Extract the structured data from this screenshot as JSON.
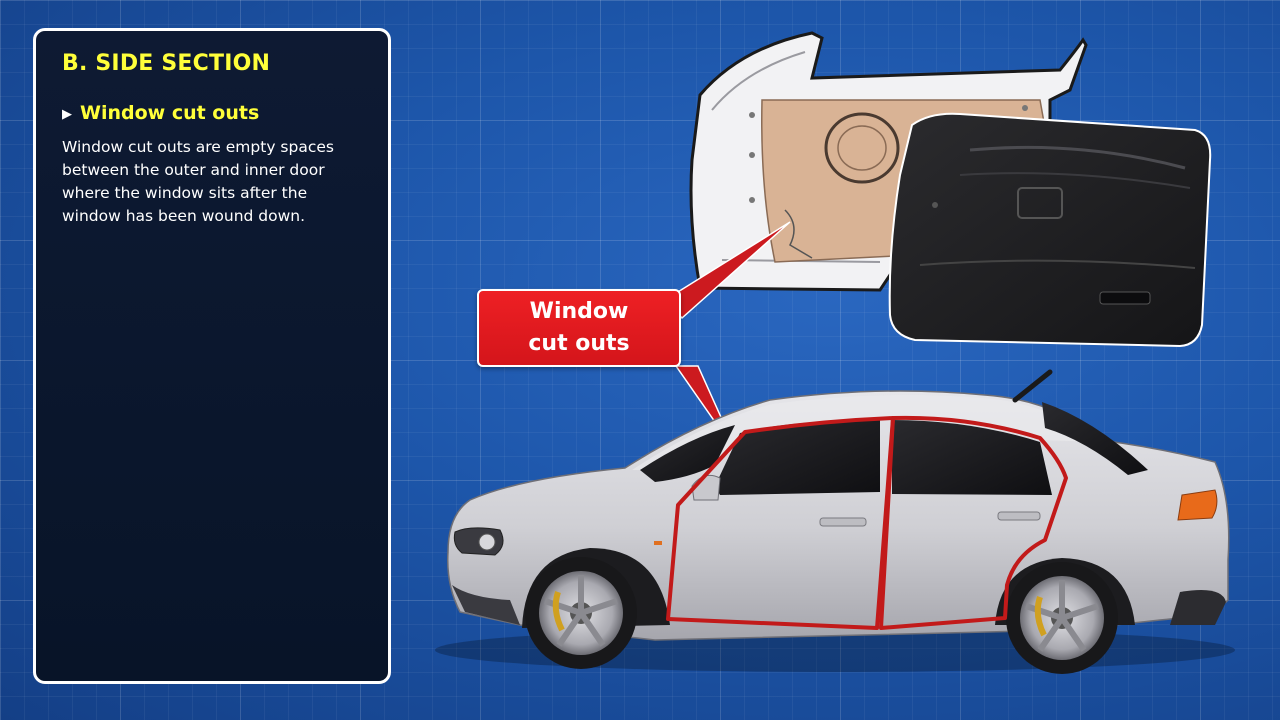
{
  "panel": {
    "section_title": "B. SIDE SECTION",
    "topic": {
      "bullet": "▶",
      "title": "Window cut outs",
      "body": "Window cut outs are empty spaces between the outer and inner door where the window sits after the window has been wound down."
    }
  },
  "callout": {
    "label": "Window\ncut outs"
  },
  "colors": {
    "background": "#1d56aa",
    "panel_background": "#0b1730",
    "panel_border": "#ffffff",
    "title_yellow": "#ffff3a",
    "callout_red": "#e41b20",
    "outline_red": "#c21a1a",
    "car_body": "#d2d2d6"
  },
  "illustration": {
    "subjects": [
      "door-panel-exploded-view",
      "sedan-side-view"
    ]
  }
}
